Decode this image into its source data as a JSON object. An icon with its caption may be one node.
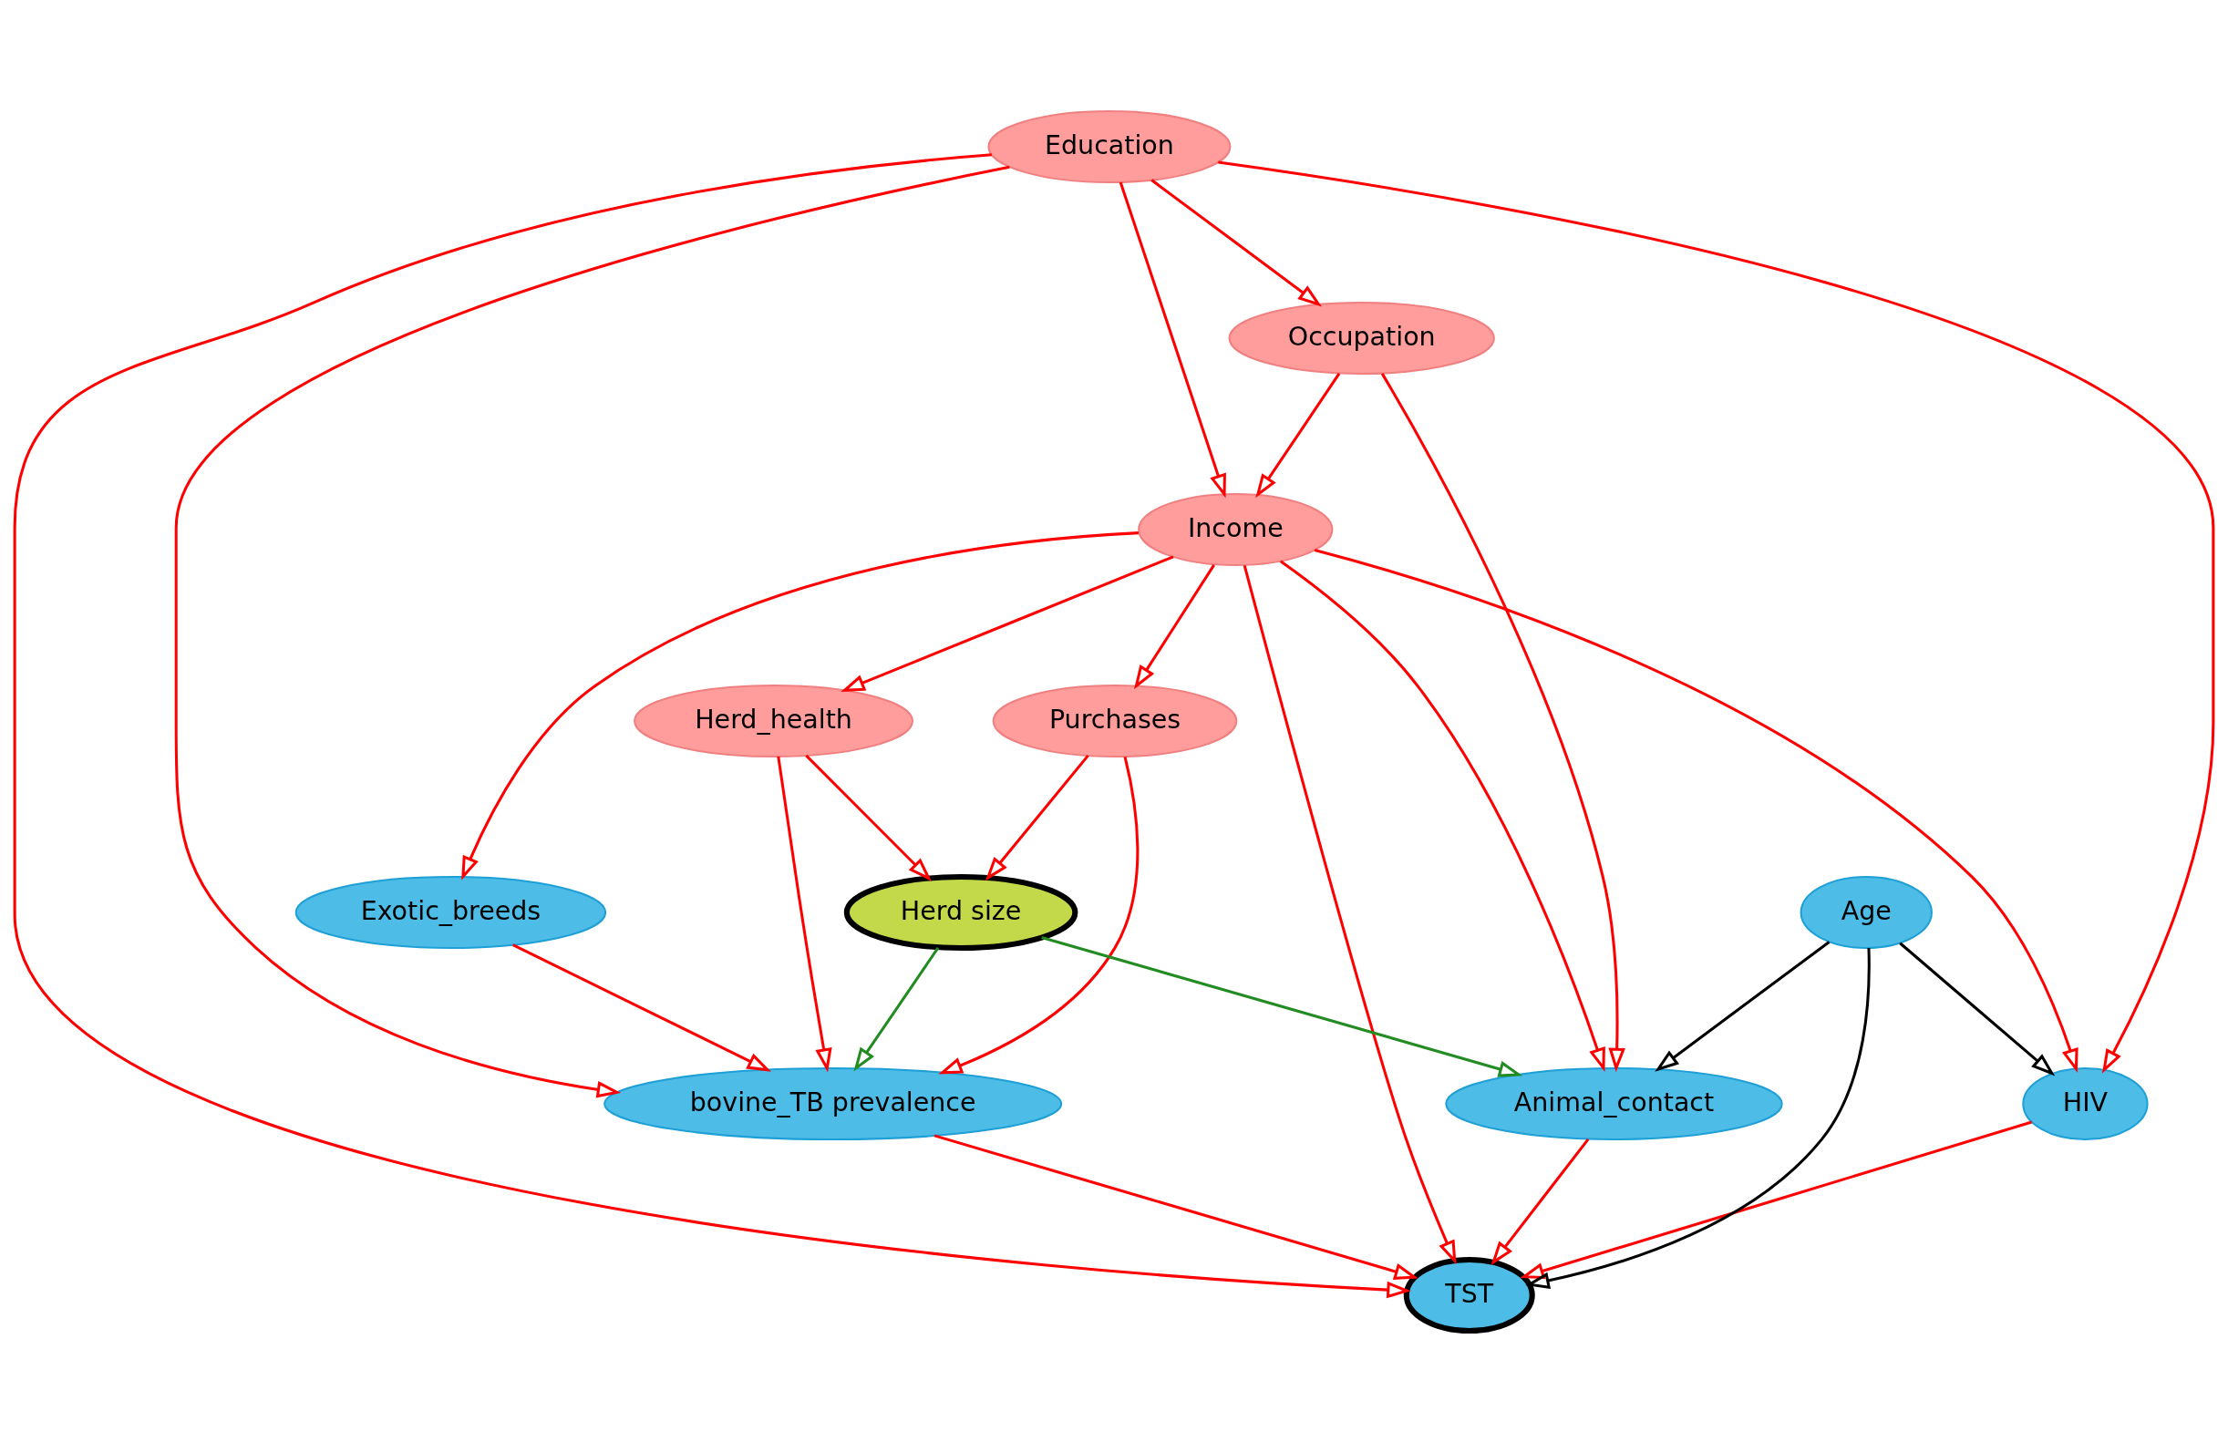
{
  "diagram": {
    "nodes": [
      {
        "text": [
          "Income"
        ]
      },
      {
        "text": [
          "Occupation"
        ]
      },
      {
        "text": [
          "Exotic_breeds"
        ]
      },
      {
        "text": [
          "Education"
        ]
      },
      {
        "text": [
          "Purchases"
        ]
      },
      {
        "text": [
          "Herd_health"
        ]
      },
      {
        "text": [
          "bovine_TB prevalence"
        ]
      },
      {
        "text": [
          "HIV"
        ]
      },
      {
        "text": [
          "Herd size"
        ]
      },
      {
        "text": [
          "Animal_contact"
        ]
      },
      {
        "text": [
          "TST"
        ]
      },
      {
        "text": [
          "Age"
        ]
      }
    ],
    "edges": [
      {
        "from": 1,
        "to": 0,
        "arrow": "to"
      },
      {
        "from": 3,
        "to": 0,
        "arrow": "to"
      },
      {
        "from": 3,
        "to": 1,
        "arrow": "to"
      },
      {
        "from": 0,
        "to": 2,
        "arrow": "to"
      },
      {
        "from": 0,
        "to": 7,
        "arrow": "to"
      },
      {
        "from": 0,
        "to": 4,
        "arrow": "to"
      },
      {
        "from": 0,
        "to": 5,
        "arrow": "to"
      },
      {
        "from": 0,
        "to": 9,
        "arrow": "to"
      },
      {
        "from": 0,
        "to": 10,
        "arrow": "to"
      },
      {
        "from": 2,
        "to": 6,
        "arrow": "to"
      },
      {
        "from": 3,
        "to": 6,
        "arrow": "to"
      },
      {
        "from": 3,
        "to": 7,
        "arrow": "to"
      },
      {
        "from": 3,
        "to": 10,
        "arrow": "to"
      },
      {
        "from": 1,
        "to": 9,
        "arrow": "to"
      },
      {
        "from": 4,
        "to": 6,
        "arrow": "to"
      },
      {
        "from": 4,
        "to": 8,
        "arrow": "to"
      },
      {
        "from": 5,
        "to": 6,
        "arrow": "to"
      },
      {
        "from": 5,
        "to": 8,
        "arrow": "to"
      },
      {
        "from": 8,
        "to": 6,
        "arrow": "to",
        "color": "#228b22"
      },
      {
        "from": 8,
        "to": 9,
        "arrow": "to",
        "color": "#228b22"
      },
      {
        "from": 9,
        "to": 10,
        "arrow": "to"
      },
      {
        "from": 6,
        "to": 10,
        "arrow": "to"
      },
      {
        "from": 7,
        "to": 10,
        "arrow": "to"
      },
      {
        "from": 11,
        "to": 10,
        "arrow": "to",
        "color": "#000000"
      },
      {
        "from": 11,
        "to": 7,
        "arrow": "to",
        "color": "#000000"
      },
      {
        "from": 11,
        "to": 9,
        "arrow": "to",
        "color": "#000000"
      }
    ]
  }
}
